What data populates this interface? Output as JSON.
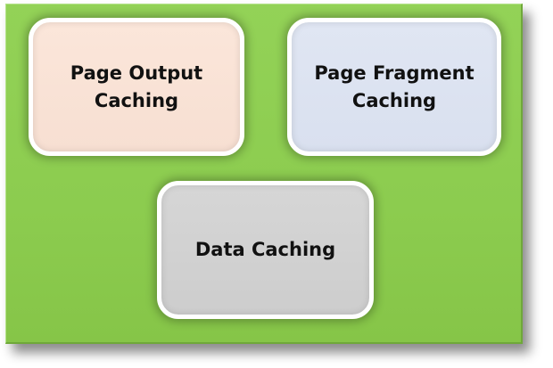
{
  "diagram": {
    "background_color": "#8fcf52",
    "boxes": [
      {
        "id": "output",
        "label": "Page Output\nCaching",
        "fill": "#f9e2d6"
      },
      {
        "id": "fragment",
        "label": "Page Fragment\nCaching",
        "fill": "#dce3f1"
      },
      {
        "id": "data",
        "label": "Data Caching",
        "fill": "#d1d1d1"
      }
    ]
  }
}
